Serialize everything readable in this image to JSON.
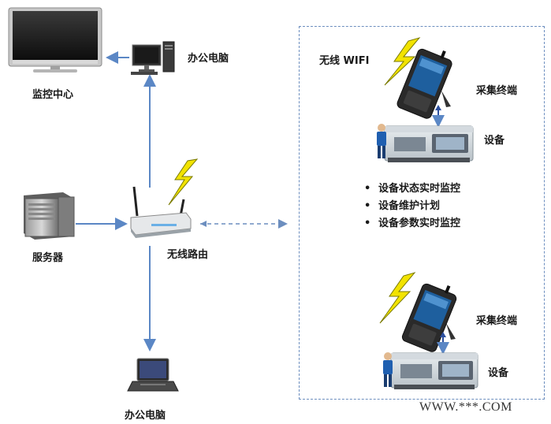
{
  "labels": {
    "monitoring_center": "监控中心",
    "office_pc_top": "办公电脑",
    "server": "服务器",
    "router": "无线路由",
    "office_pc_bottom": "办公电脑",
    "wireless_wifi": "无线 WIFI",
    "terminal_1": "采集终端",
    "device_1": "设备",
    "terminal_2": "采集终端",
    "device_2": "设备"
  },
  "functions": [
    {
      "bullet": "•",
      "text": "设备状态实时监控"
    },
    {
      "bullet": "•",
      "text": "设备维护计划"
    },
    {
      "bullet": "•",
      "text": "设备参数实时监控"
    }
  ],
  "watermark": "WWW.***.COM",
  "colors": {
    "arrow": "#5b87c5",
    "dashed_arrow": "#6c8ebf",
    "lightning_fill": "#f2e300",
    "lightning_stroke": "#7a7a00"
  }
}
